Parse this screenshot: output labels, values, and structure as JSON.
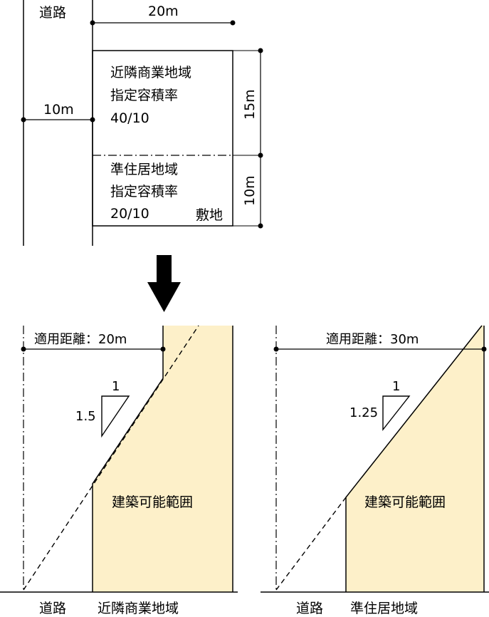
{
  "plan": {
    "road_label": "道路",
    "road_width": "10m",
    "frontage": "20m",
    "commercial_depth": "15m",
    "residential_depth": "10m",
    "commercial_zone": [
      "近隣商業地域",
      "指定容積率",
      "40/10"
    ],
    "residential_zone": [
      "準住居地域",
      "指定容積率",
      "20/10"
    ],
    "site_label": "敷地"
  },
  "left_section": {
    "distance_label": "適用距離：20m",
    "slope_rise": "1.5",
    "slope_run": "1",
    "area_label": "建築可能範囲",
    "road_label": "道路",
    "zone_label": "近隣商業地域"
  },
  "right_section": {
    "distance_label": "適用距離：30m",
    "slope_rise": "1.25",
    "slope_run": "1",
    "area_label": "建築可能範囲",
    "road_label": "道路",
    "zone_label": "準住居地域"
  },
  "colors": {
    "buildable_fill": "#fdf0c9",
    "line": "#000000"
  }
}
